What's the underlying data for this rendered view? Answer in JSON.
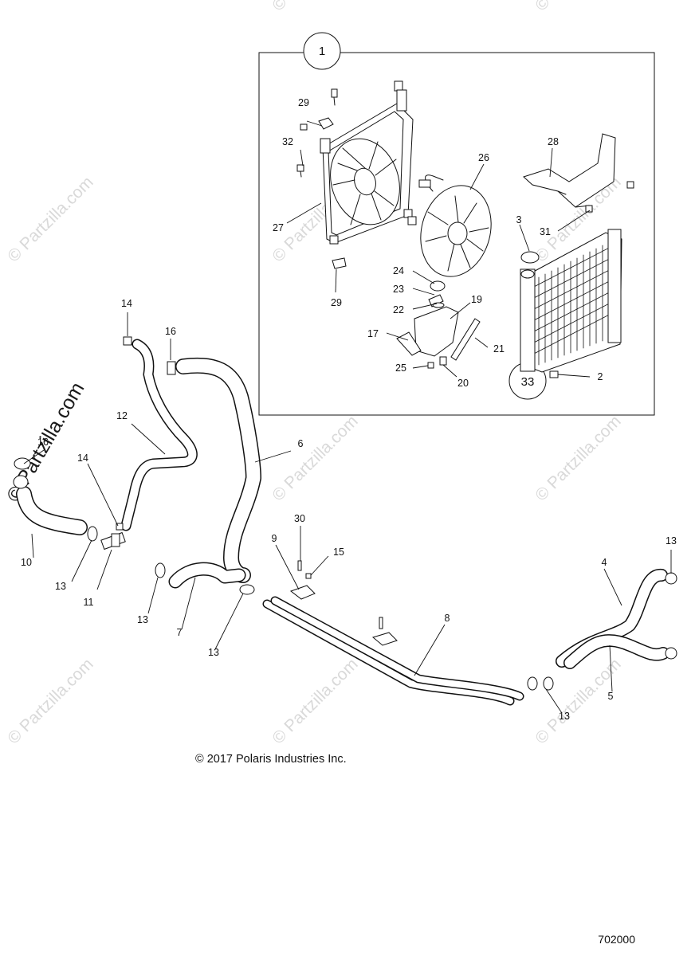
{
  "watermark": {
    "text": "© Partzilla.com",
    "featured_text": "© Partzilla.com"
  },
  "copyright": "© 2017 Polaris Industries Inc.",
  "diagram_number": "702000",
  "callouts": {
    "c1": "1",
    "c2": "2",
    "c3": "3",
    "c4": "4",
    "c5": "5",
    "c6": "6",
    "c7": "7",
    "c8": "8",
    "c9": "9",
    "c10": "10",
    "c11": "11",
    "c12": "12",
    "c13a": "13",
    "c13b": "13",
    "c13c": "13",
    "c13d": "13",
    "c13e": "13",
    "c14a": "14",
    "c14b": "14",
    "c15": "15",
    "c16a": "16",
    "c16b": "16",
    "c17": "17",
    "c19": "19",
    "c20": "20",
    "c21": "21",
    "c22": "22",
    "c23": "23",
    "c24": "24",
    "c25": "25",
    "c26": "26",
    "c27": "27",
    "c28": "28",
    "c29a": "29",
    "c29b": "29",
    "c30": "30",
    "c31": "31",
    "c32": "32",
    "c33": "33"
  }
}
